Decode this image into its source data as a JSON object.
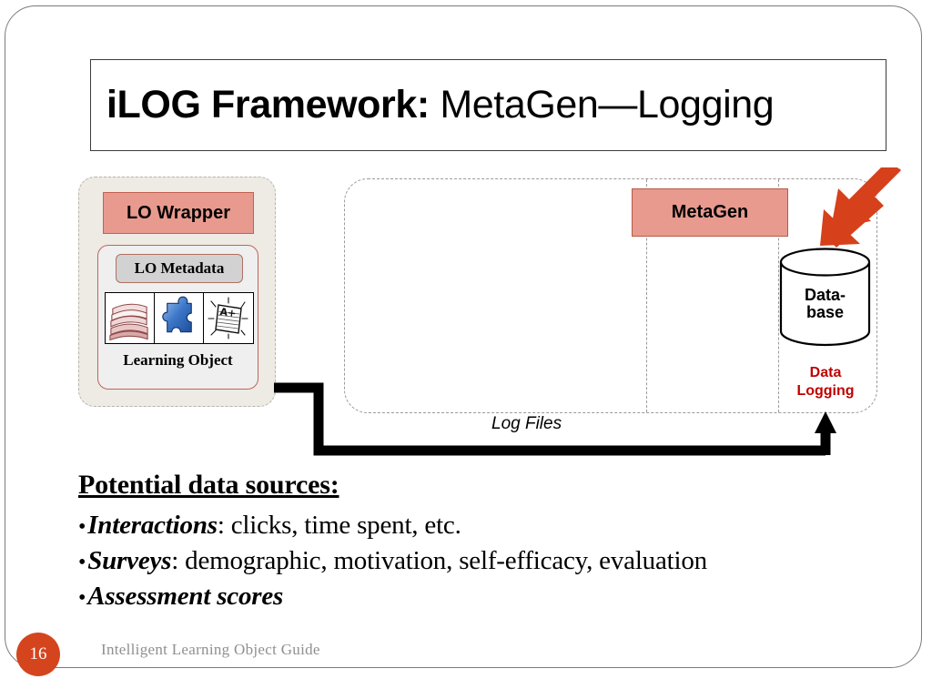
{
  "slide": {
    "title_strong": "iLOG Framework:",
    "title_light": " MetaGen—Logging"
  },
  "diagram": {
    "lo_wrapper": {
      "header_label": "LO Wrapper",
      "metadata_label": "LO Metadata",
      "object_label": "Learning Object",
      "icons": [
        "books-icon",
        "puzzle-piece-icon",
        "graded-paper-icon"
      ],
      "fill_color": "#e89a8e",
      "panel_color": "#eeeae4"
    },
    "metagen": {
      "label": "MetaGen",
      "fill_color": "#e89a8e"
    },
    "database": {
      "label_line1": "Data-",
      "label_line2": "base",
      "caption_line1": "Data",
      "caption_line2": "Logging",
      "caption_color": "#c00000"
    },
    "connector": {
      "label": "Log Files"
    },
    "ingest_arrow": {
      "name": "ingest-arrow",
      "color": "#d6401a"
    }
  },
  "content": {
    "heading": "Potential data sources:",
    "bullets": [
      {
        "lead": "Interactions",
        "rest": ": clicks, time spent, etc."
      },
      {
        "lead": "Surveys",
        "rest": ": demographic, motivation, self-efficacy, evaluation"
      },
      {
        "lead": "Assessment scores",
        "rest": ""
      }
    ],
    "bullet_glyph": "•"
  },
  "footer": {
    "page_number": "16",
    "deck_title": "Intelligent Learning Object Guide",
    "badge_color": "#d4451e"
  }
}
